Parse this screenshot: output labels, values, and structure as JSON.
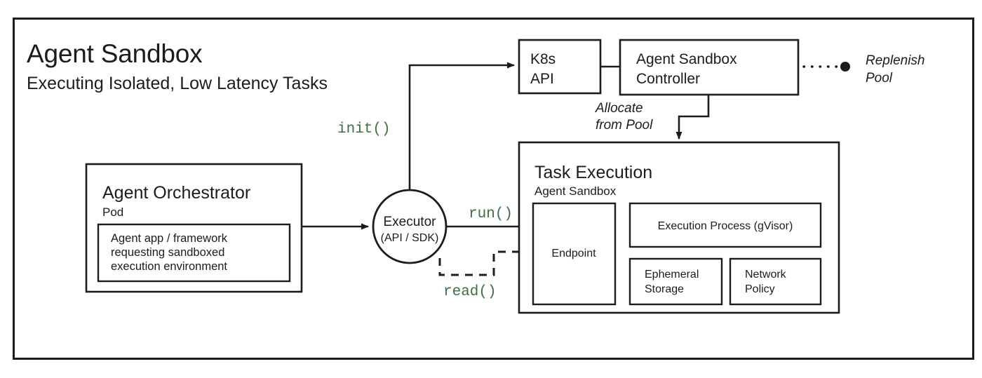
{
  "header": {
    "title": "Agent Sandbox",
    "subtitle": "Executing Isolated, Low Latency Tasks"
  },
  "nodes": {
    "orchestrator": {
      "title": "Agent Orchestrator",
      "subtitle": "Pod",
      "inner": {
        "line1": "Agent app / framework",
        "line2": "requesting sandboxed",
        "line3": "execution environment"
      }
    },
    "executor": {
      "title": "Executor",
      "subtitle": "(API / SDK)"
    },
    "k8s_api": {
      "line1": "K8s",
      "line2": "API"
    },
    "controller": {
      "line1": "Agent Sandbox",
      "line2": "Controller"
    },
    "task_execution": {
      "title": "Task Execution",
      "subtitle": "Agent Sandbox",
      "endpoint": "Endpoint",
      "execution_process": "Execution Process (gVisor)",
      "ephemeral_storage": {
        "line1": "Ephemeral",
        "line2": "Storage"
      },
      "network_policy": {
        "line1": "Network",
        "line2": "Policy"
      }
    }
  },
  "edges": {
    "init": "init()",
    "run": "run()",
    "read": "read()",
    "allocate": {
      "line1": "Allocate",
      "line2": "from Pool"
    },
    "replenish": {
      "line1": "Replenish",
      "line2": "Pool"
    }
  },
  "colors": {
    "stroke": "#1c1c1c",
    "code_green": "#3d7040",
    "background": "#ffffff"
  }
}
